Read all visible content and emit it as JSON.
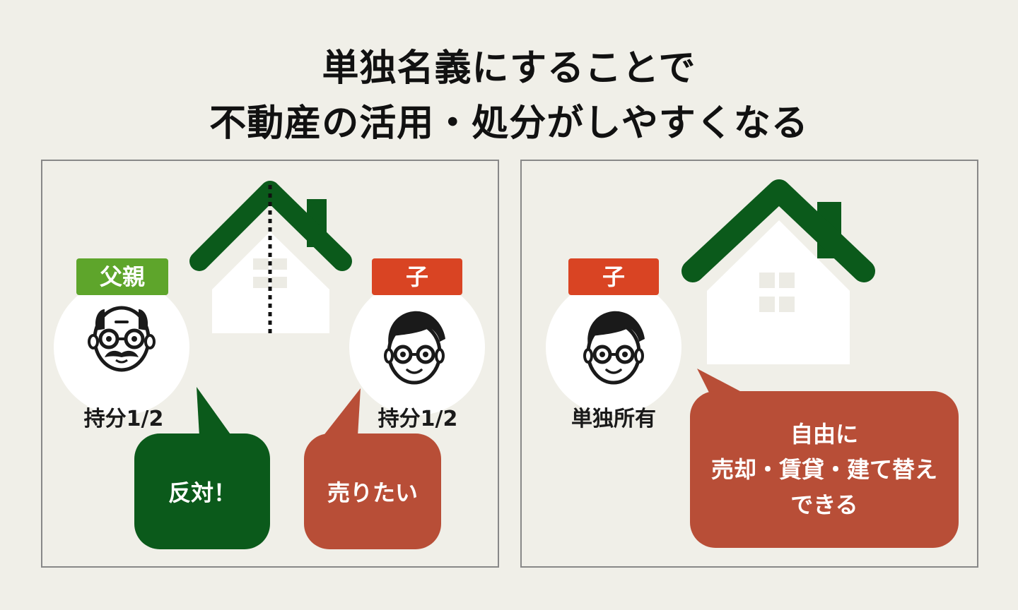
{
  "title": {
    "line1": "単独名義にすることで",
    "line2": "不動産の活用・処分がしやすくなる"
  },
  "left_panel": {
    "father": {
      "tag": "父親",
      "share": "持分1/2",
      "speech": "反対！"
    },
    "child": {
      "tag": "子",
      "share": "持分1/2",
      "speech": "売りたい"
    }
  },
  "right_panel": {
    "child": {
      "tag": "子",
      "ownership": "単独所有"
    },
    "speech": {
      "line1": "自由に",
      "line2": "売却・賃貸・建て替え",
      "line3": "できる"
    }
  },
  "colors": {
    "background": "#f0efe8",
    "roof_green": "#0b5a1b",
    "tag_green": "#5ea52b",
    "tag_red": "#d94423",
    "bubble_red": "#b84e37",
    "panel_border": "#888888"
  }
}
